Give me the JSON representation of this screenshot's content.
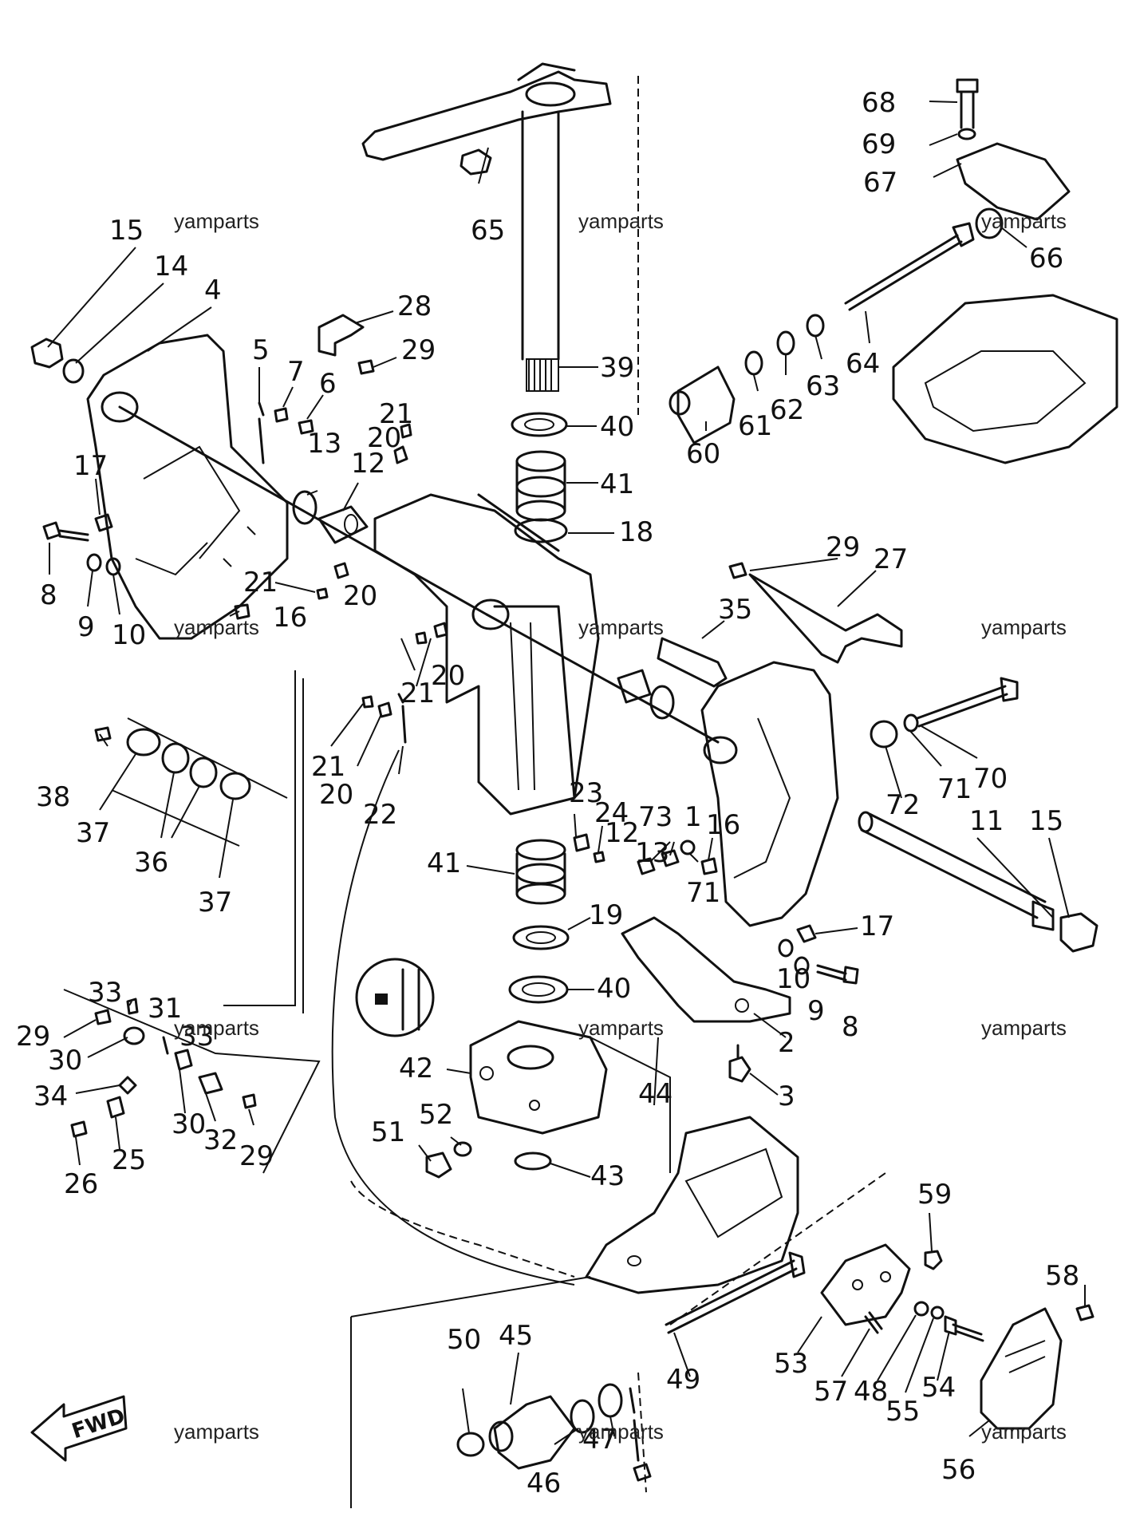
{
  "watermark_text": "yamparts",
  "fwd_label": "FWD",
  "callouts": {
    "c1": "1",
    "c2": "2",
    "c3": "3",
    "c4": "4",
    "c5": "5",
    "c6": "6",
    "c7": "7",
    "c8a": "8",
    "c8b": "8",
    "c9a": "9",
    "c9b": "9",
    "c10a": "10",
    "c10b": "10",
    "c11": "11",
    "c12a": "12",
    "c12b": "12",
    "c13a": "13",
    "c13b": "13",
    "c14": "14",
    "c15a": "15",
    "c15b": "15",
    "c16a": "16",
    "c16b": "16",
    "c17a": "17",
    "c17b": "17",
    "c18": "18",
    "c19": "19",
    "c20a": "20",
    "c20b": "20",
    "c20c": "20",
    "c20d": "20",
    "c21a": "21",
    "c21b": "21",
    "c21c": "21",
    "c21d": "21",
    "c22": "22",
    "c23": "23",
    "c24": "24",
    "c25": "25",
    "c26": "26",
    "c27": "27",
    "c28": "28",
    "c29a": "29",
    "c29b": "29",
    "c29c": "29",
    "c29d": "29",
    "c30a": "30",
    "c30b": "30",
    "c31": "31",
    "c32": "32",
    "c33a": "33",
    "c33b": "33",
    "c34": "34",
    "c35": "35",
    "c36": "36",
    "c37a": "37",
    "c37b": "37",
    "c38": "38",
    "c39": "39",
    "c40a": "40",
    "c40b": "40",
    "c41a": "41",
    "c41b": "41",
    "c42": "42",
    "c43": "43",
    "c44": "44",
    "c45": "45",
    "c46": "46",
    "c47": "47",
    "c48": "48",
    "c49": "49",
    "c50": "50",
    "c51": "51",
    "c52": "52",
    "c53": "53",
    "c54": "54",
    "c55": "55",
    "c56": "56",
    "c57": "57",
    "c58": "58",
    "c59": "59",
    "c60": "60",
    "c61": "61",
    "c62": "62",
    "c63": "63",
    "c64": "64",
    "c65": "65",
    "c66": "66",
    "c67": "67",
    "c68": "68",
    "c69": "69",
    "c70": "70",
    "c71a": "71",
    "c71b": "71",
    "c72": "72",
    "c73": "73"
  }
}
